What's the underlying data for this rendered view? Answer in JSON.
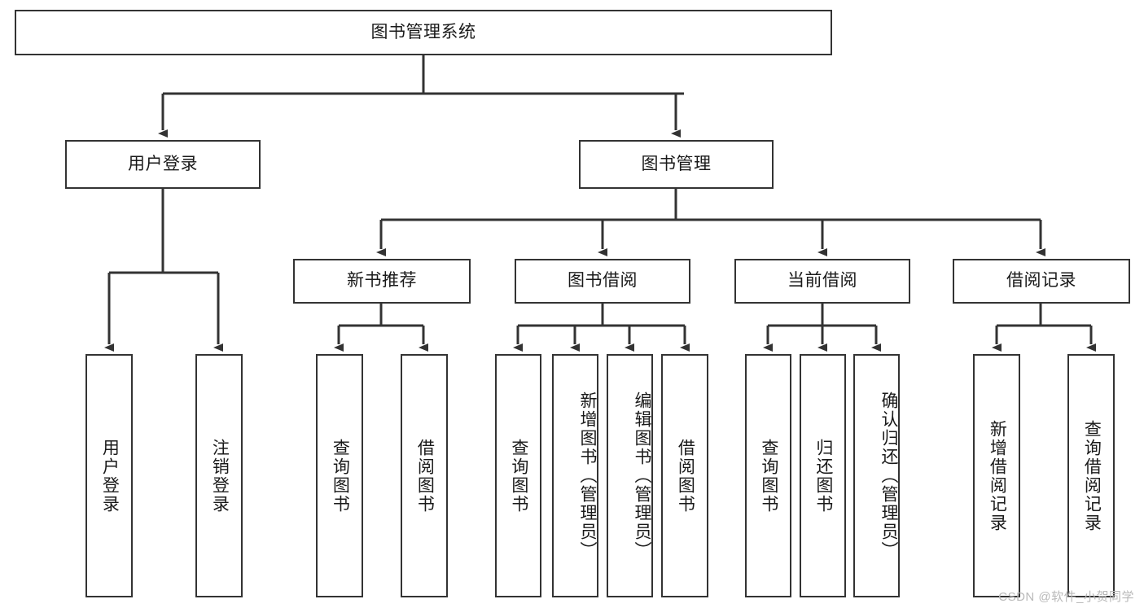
{
  "diagram": {
    "type": "tree",
    "title": "图书管理系统",
    "orientation": "top-down",
    "colors": {
      "box_border": "#333333",
      "box_fill": "#ffffff",
      "edge": "#333333",
      "text": "#1a1a1a",
      "watermark": "#b9b9b9"
    },
    "levels": {
      "root": "图书管理系统",
      "level2": [
        "用户登录",
        "图书管理"
      ],
      "level3": [
        "新书推荐",
        "图书借阅",
        "当前借阅",
        "借阅记录"
      ]
    },
    "nodes": {
      "root": {
        "label": "图书管理系统"
      },
      "user_login": {
        "label": "用户登录"
      },
      "book_manage": {
        "label": "图书管理"
      },
      "new_book_rec": {
        "label": "新书推荐"
      },
      "book_borrow": {
        "label": "图书借阅"
      },
      "current_borrow": {
        "label": "当前借阅"
      },
      "borrow_record": {
        "label": "借阅记录"
      },
      "leaf_user_login": {
        "label": "用户登录"
      },
      "leaf_logout": {
        "label": "注销登录"
      },
      "leaf_query_book_1": {
        "label": "查询图书"
      },
      "leaf_borrow_book_1": {
        "label": "借阅图书"
      },
      "leaf_query_book_2": {
        "label": "查询图书"
      },
      "leaf_add_book": {
        "label": "新增图书（管理员）"
      },
      "leaf_edit_book": {
        "label": "编辑图书（管理员）"
      },
      "leaf_borrow_book_2": {
        "label": "借阅图书"
      },
      "leaf_query_book_3": {
        "label": "查询图书"
      },
      "leaf_return_book": {
        "label": "归还图书"
      },
      "leaf_confirm_return": {
        "label": "确认归还（管理员）"
      },
      "leaf_add_record": {
        "label": "新增借阅记录"
      },
      "leaf_query_record": {
        "label": "查询借阅记录"
      }
    },
    "watermark": "CSDN @软件_小贺同学"
  }
}
